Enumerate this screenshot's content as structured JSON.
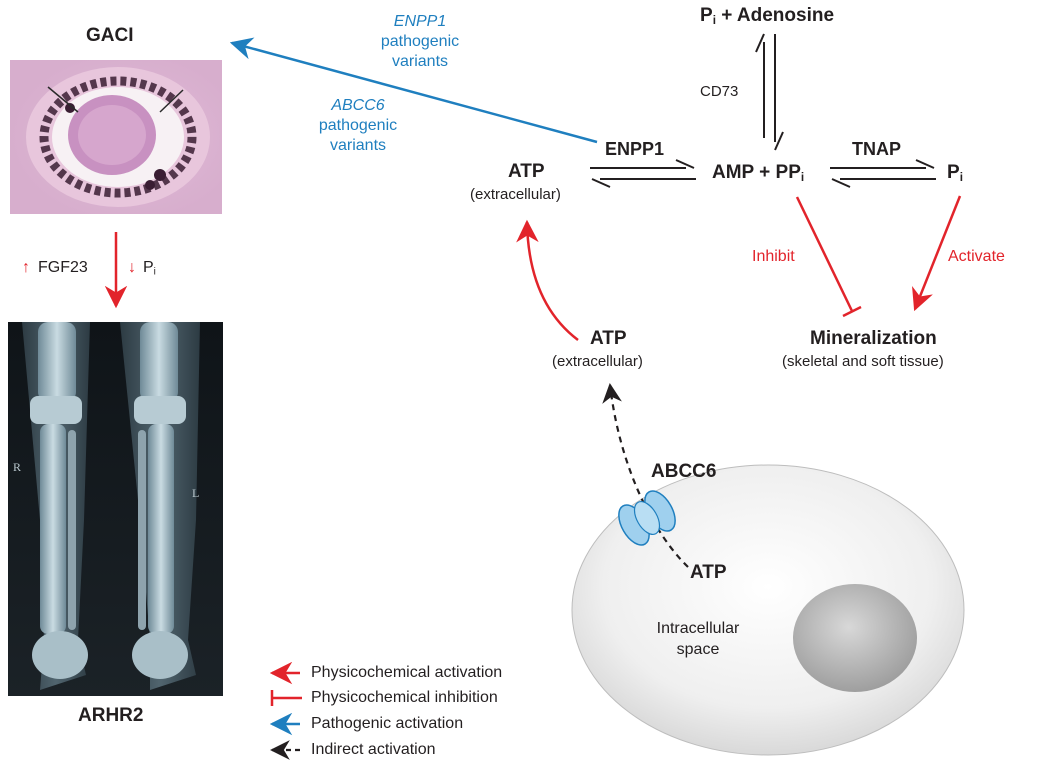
{
  "colors": {
    "activation": "#e2242b",
    "pathogenic": "#1f7fbf",
    "text": "#231f20"
  },
  "left_panel": {
    "title_top": "GACI",
    "title_bottom": "ARHR2",
    "fgf23": "FGF23",
    "pi": "P",
    "pi_sub": "i",
    "up_arrow": "↑",
    "down_arrow": "↓",
    "xray_left_marker": "R",
    "xray_right_marker": "L"
  },
  "blue_labels": {
    "enpp1_italic": "ENPP1",
    "enpp1_rest": [
      "pathogenic",
      "variants"
    ],
    "abcc6_italic": "ABCC6",
    "abcc6_rest": [
      "pathogenic",
      "variants"
    ]
  },
  "pathway": {
    "pi_adenosine": "P",
    "pi_adenosine_sub": "i",
    "pi_adenosine_rest": " + Adenosine",
    "cd73": "CD73",
    "enpp1": "ENPP1",
    "tnap": "TNAP",
    "atp": "ATP",
    "extracellular": "(extracellular)",
    "amp": "AMP + PP",
    "amp_sub": "i",
    "pi": "P",
    "pi_sub": "i",
    "inhibit": "Inhibit",
    "activate": "Activate",
    "mineralization": "Mineralization",
    "mineralization_sub": "(skeletal and soft tissue)",
    "atp2": "ATP",
    "extracellular2": "(extracellular)",
    "abcc6": "ABCC6",
    "atp3": "ATP",
    "intracellular": [
      "Intracellular",
      "space"
    ]
  },
  "legend": [
    {
      "label": "Physicochemical activation",
      "kind": "activation-arrow"
    },
    {
      "label": "Physicochemical inhibition",
      "kind": "inhibition-bar"
    },
    {
      "label": "Pathogenic activation",
      "kind": "pathogenic-arrow"
    },
    {
      "label": "Indirect activation",
      "kind": "indirect-dashed-arrow"
    }
  ]
}
